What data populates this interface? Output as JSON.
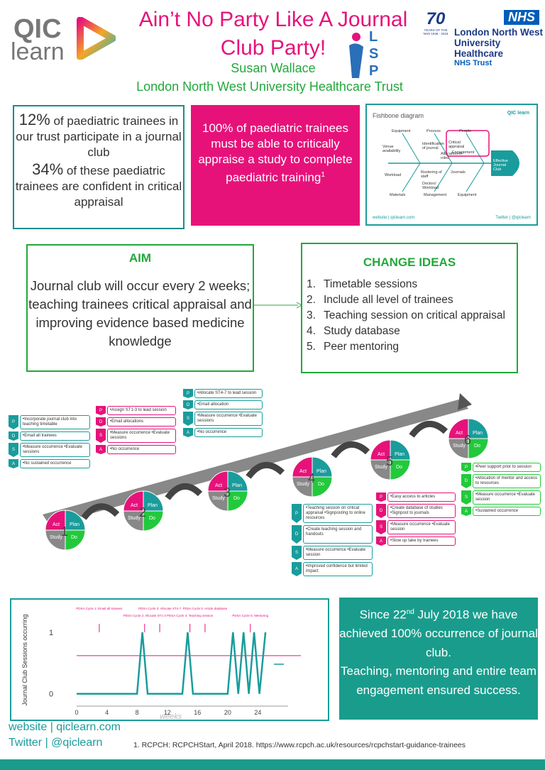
{
  "header": {
    "title_line1": "Ain’t No Party Like A Journal",
    "title_line2": "Club Party!",
    "author": "Susan Wallace",
    "organisation": "London North West University Healthcare Trust"
  },
  "logos": {
    "qic_line1": "QIC",
    "qic_line2": "learn",
    "lsp": [
      "L",
      "S",
      "P"
    ],
    "nhs70_number": "70",
    "nhs70_caption": "YEARS OF THE NHS 1948 - 2018",
    "nhs_badge": "NHS",
    "nhs_trust_line1": "London North West",
    "nhs_trust_line2": "University Healthcare",
    "nhs_trust_line3": "NHS Trust"
  },
  "stats": {
    "stat1_value": "12%",
    "stat1_text": " of paediatric trainees in our trust participate in a journal club",
    "stat2_value": "34%",
    "stat2_text": " of these paediatric trainees are confident in critical appraisal"
  },
  "requirement": {
    "text": "100% of paediatric trainees must be able to critically appraise a study to complete paediatric training",
    "sup": "1"
  },
  "fishbone": {
    "title": "Fishbone diagram",
    "logo": "QIC learn",
    "labels": [
      "Equipment",
      "Process",
      "People",
      "Venue availability",
      "Identification of journal",
      "Critical appraisal",
      "Allocation of roles",
      "Engagement",
      "Workload",
      "Rostering of staff",
      "Journals",
      "Doctors' Workload",
      "Materials",
      "Management",
      "Equipment"
    ],
    "head": "Effective Journal Club",
    "footer_left": "website | qiclearn.com",
    "footer_right": "Twitter | @qiclearn"
  },
  "aim": {
    "heading": "AIM",
    "text": "Journal club will occur every 2 weeks; teaching trainees critical appraisal and improving evidence based medicine knowledge"
  },
  "change_ideas": {
    "heading": "CHANGE IDEAS",
    "items": [
      {
        "n": "1.",
        "text": "Timetable sessions"
      },
      {
        "n": "2.",
        "text": "Include all level of trainees"
      },
      {
        "n": "3.",
        "text": "Teaching session on critical appraisal"
      },
      {
        "n": "4.",
        "text": "Study database"
      },
      {
        "n": "5.",
        "text": "Peer mentoring"
      }
    ]
  },
  "pdsa": {
    "cycle_labels": {
      "act": "Act",
      "plan": "Plan",
      "study": "Study",
      "do": "Do"
    },
    "cycles": [
      "1",
      "2",
      "3",
      "4",
      "5",
      "6"
    ],
    "cycle1": [
      {
        "tag": "P",
        "text": "•Incorporate journal club into teaching timetable"
      },
      {
        "tag": "D",
        "text": "•Email all trainees"
      },
      {
        "tag": "S",
        "text": "•Measure occurrence •Evaluate sessions"
      },
      {
        "tag": "A",
        "text": "•No sustained occurrence"
      }
    ],
    "cycle2": [
      {
        "tag": "P",
        "text": "•Assign ST1-3 to lead session"
      },
      {
        "tag": "D",
        "text": "•Email allocations"
      },
      {
        "tag": "S",
        "text": "•Measure occurrence •Evaluate sessions"
      },
      {
        "tag": "A",
        "text": "•No occurrence"
      }
    ],
    "cycle3": [
      {
        "tag": "P",
        "text": "•Allocate ST4-7 to lead session"
      },
      {
        "tag": "D",
        "text": "•Email allocation"
      },
      {
        "tag": "S",
        "text": "•Measure occurrence •Evaluate sessions"
      },
      {
        "tag": "A",
        "text": "•No occurrence"
      }
    ],
    "cycle4": [
      {
        "tag": "P",
        "text": "•Teaching session on critical appraisal •Signposting to online resources"
      },
      {
        "tag": "D",
        "text": "•Create teaching session and handouts"
      },
      {
        "tag": "S",
        "text": "•Measure occurrence •Evaluate session"
      },
      {
        "tag": "A",
        "text": "•Improved confidence but limited impact"
      }
    ],
    "cycle5": [
      {
        "tag": "P",
        "text": "•Easy access to articles"
      },
      {
        "tag": "D",
        "text": "•Create database of studies •Signpost to journals"
      },
      {
        "tag": "S",
        "text": "•Measure occurrence •Evaluate session"
      },
      {
        "tag": "A",
        "text": "•Slow up take by trainees"
      }
    ],
    "cycle6": [
      {
        "tag": "P",
        "text": "•Peer support prior to session"
      },
      {
        "tag": "D",
        "text": "•Allocation of mentor and access to resources"
      },
      {
        "tag": "S",
        "text": "•Measure occurrence •Evaluate session"
      },
      {
        "tag": "A",
        "text": "•Sustained occurrence"
      }
    ]
  },
  "chart_data": {
    "type": "line",
    "title": "",
    "xlabel": "weeks",
    "ylabel": "Journal Club Sessions occurring",
    "x_ticks": [
      0,
      4,
      8,
      12,
      16,
      20,
      24
    ],
    "y_ticks": [
      0,
      1
    ],
    "xlim": [
      0,
      28
    ],
    "ylim": [
      -0.2,
      1.3
    ],
    "series": [
      {
        "x": [
          0,
          8,
          8.7,
          9.4,
          10,
          14,
          14.7,
          15.4,
          16,
          20,
          20.7,
          21.4,
          22.1,
          22.8,
          23.5,
          24.2,
          25
        ],
        "y": [
          0,
          0,
          1,
          0,
          0,
          0,
          1,
          0,
          0,
          0,
          1,
          0,
          1,
          0,
          1,
          0,
          1
        ]
      }
    ],
    "target_line": 0.62,
    "annotations": [
      {
        "x": 3,
        "text": "PDSA Cycle 1: Email all trainees"
      },
      {
        "x": 9,
        "text": "PDSA Cycle 2: Allocate ST1-3"
      },
      {
        "x": 11,
        "text": "PDSA Cycle 3: Allocate ST4-7"
      },
      {
        "x": 15,
        "text": "PDSA Cycle 4: Teaching session"
      },
      {
        "x": 17,
        "text": "PDSA Cycle 5: Article database"
      },
      {
        "x": 23,
        "text": "PDSA Cycle 6: Mentoring"
      }
    ]
  },
  "results": {
    "line1_pre": "Since 22",
    "line1_sup": "nd",
    "line1_post": " July 2018 we have achieved 100% occurrence of journal club.",
    "line2": "Teaching, mentoring and entire team engagement ensured success."
  },
  "footer": {
    "website": "website | qiclearn.com",
    "twitter": "Twitter | @qiclearn",
    "reference": "1. RCPCH: RCPCHStart, April 2018. https://www.rcpch.ac.uk/resources/rcpchstart-guidance-trainees"
  },
  "colors": {
    "teal": "#1a9c9c",
    "pink": "#e6127a",
    "green": "#23a83c"
  }
}
